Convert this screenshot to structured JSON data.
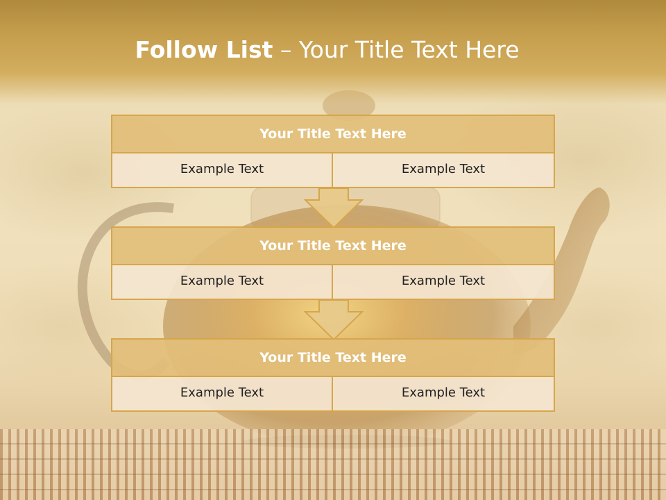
{
  "title": {
    "bold": "Follow List",
    "separator": " – ",
    "rest": "Your Title Text Here"
  },
  "blocks": [
    {
      "title": "Your Title Text Here",
      "cells": [
        "Example Text",
        "Example Text"
      ]
    },
    {
      "title": "Your Title Text Here",
      "cells": [
        "Example Text",
        "Example Text"
      ]
    },
    {
      "title": "Your Title Text Here",
      "cells": [
        "Example Text",
        "Example Text"
      ]
    }
  ],
  "icons": [
    "down-arrow-icon",
    "down-arrow-icon"
  ],
  "colors": {
    "header": "#c69f4e",
    "block_title_bg": "#e2be78",
    "block_border": "#d6a64c",
    "cell_bg": "#f4e5d0",
    "arrow_fill": "#e7c98a"
  }
}
